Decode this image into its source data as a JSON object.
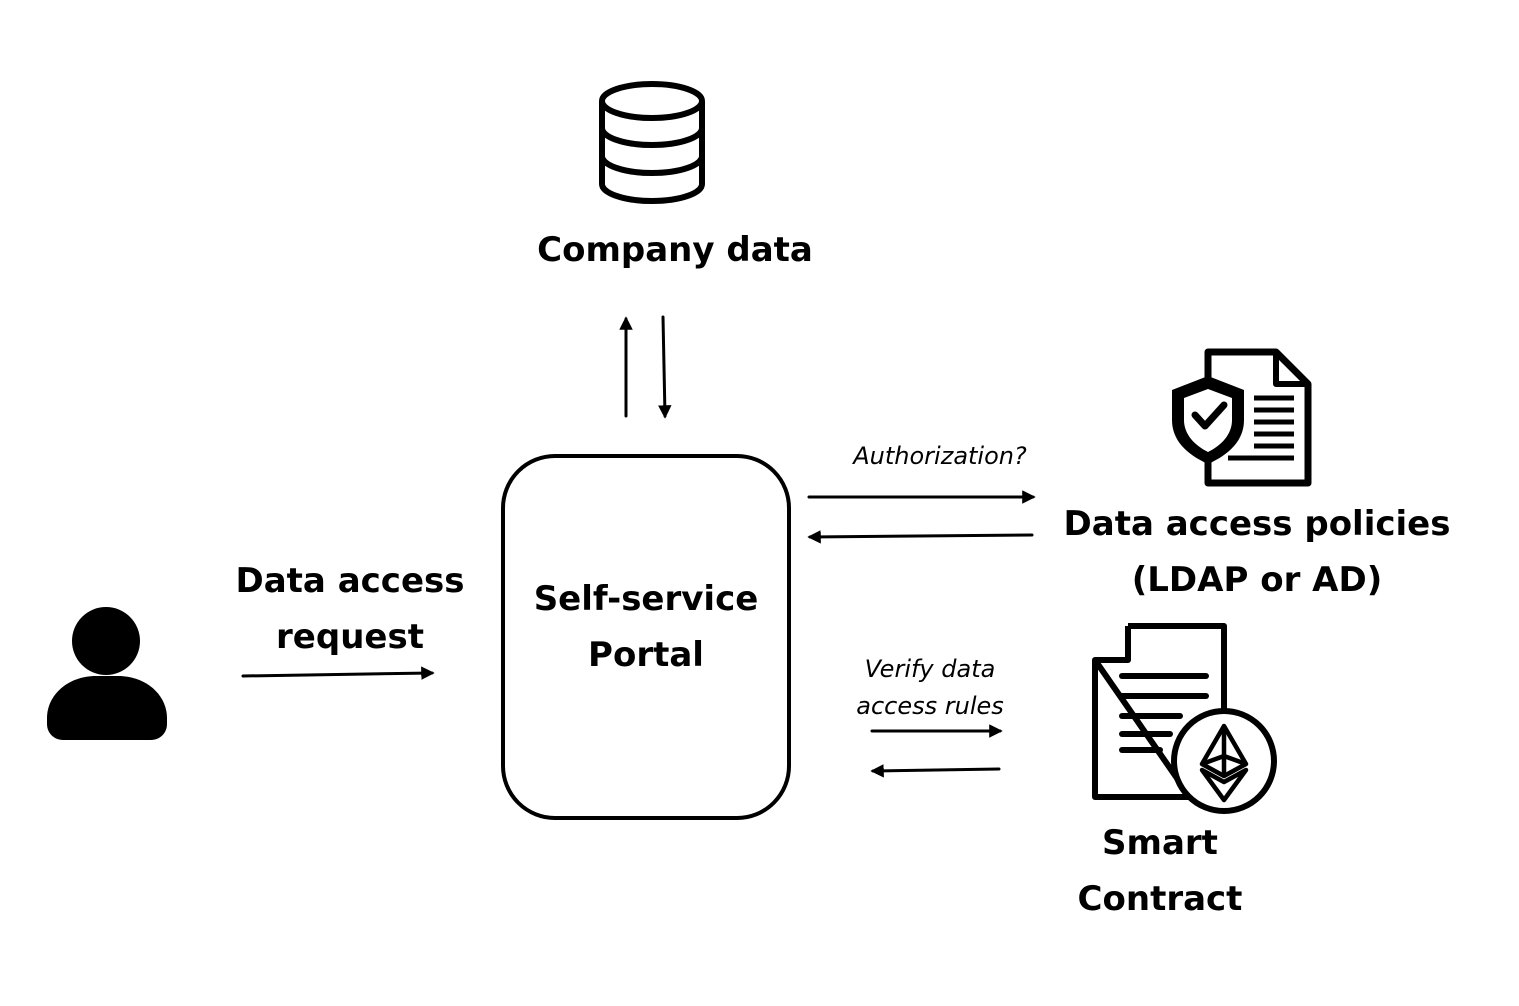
{
  "colors": {
    "ink": "#000000",
    "background": "#ffffff"
  },
  "nodes": {
    "user": {
      "icon": "person-icon"
    },
    "company_data": {
      "icon": "database-icon",
      "label": "Company data"
    },
    "portal": {
      "lines": [
        "Self-service",
        "Portal"
      ]
    },
    "policies": {
      "icon": "shield-document-icon",
      "lines": [
        "Data access policies",
        "(LDAP or AD)"
      ]
    },
    "contract": {
      "icon": "ethereum-contract-icon",
      "lines": [
        "Smart",
        "Contract"
      ]
    }
  },
  "edges": {
    "request": {
      "lines": [
        "Data access",
        "request"
      ]
    },
    "authorization": {
      "label": "Authorization?"
    },
    "verify": {
      "lines": [
        "Verify data",
        "access rules"
      ]
    }
  }
}
